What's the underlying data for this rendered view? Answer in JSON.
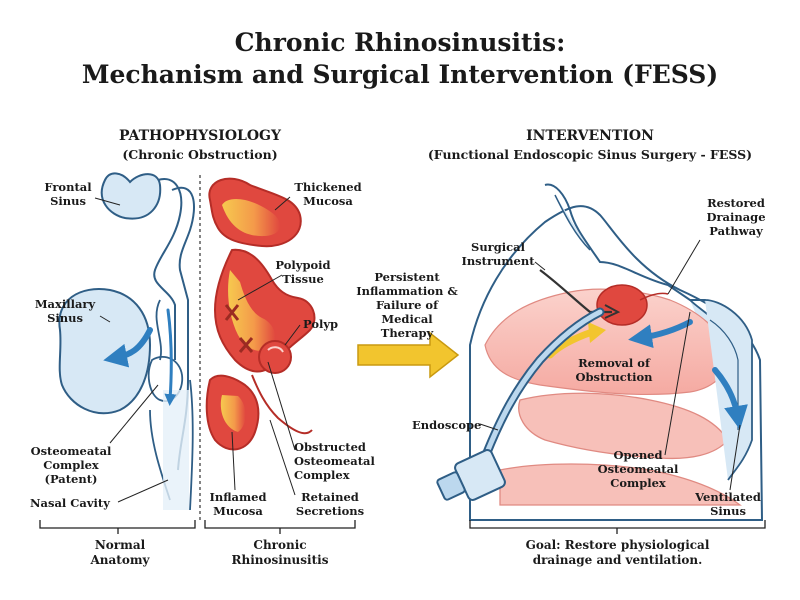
{
  "title_line1": "Chronic Rhinosinusitis:",
  "title_line2": "Mechanism and Surgical Intervention (FESS)",
  "left": {
    "heading": "PATHOPHYSIOLOGY",
    "subheading": "(Chronic Obstruction)",
    "labels": {
      "frontal_sinus": "Frontal Sinus",
      "maxillary_sinus": "Maxillary Sinus",
      "osteomeatal_patent": "Osteomeatal Complex (Patent)",
      "nasal_cavity": "Nasal Cavity",
      "thickened_mucosa": "Thickened Mucosa",
      "polypoid_tissue": "Polypoid Tissue",
      "polyp": "Polyp",
      "obstructed_omc": "Obstructed Osteomeatal Complex",
      "inflamed_mucosa": "Inflamed Mucosa",
      "retained_secretions": "Retained Secretions"
    },
    "caption_normal": "Normal Anatomy",
    "caption_chronic": "Chronic Rhinosinusitis"
  },
  "middle": {
    "arrow_text": "Persistent Inflammation & Failure of Medical Therapy"
  },
  "right": {
    "heading": "INTERVENTION",
    "subheading": "(Functional Endoscopic Sinus Surgery - FESS)",
    "labels": {
      "surgical_instrument": "Surgical Instrument",
      "restored_drainage": "Restored Drainage Pathway",
      "removal_obstruction": "Removal of Obstruction",
      "endoscope": "Endoscope",
      "opened_omc": "Opened Osteomeatal Complex",
      "ventilated_sinus": "Ventilated Sinus"
    },
    "caption_goal": "Goal: Restore physiological drainage and ventilation."
  },
  "colors": {
    "normal_bone": "#d7e8f5",
    "normal_line": "#2f5e86",
    "inflamed": "#e0483f",
    "secretion": "#f4c44a",
    "arrow_yellow": "#f2c52e",
    "flow_blue": "#2f7fc0"
  }
}
